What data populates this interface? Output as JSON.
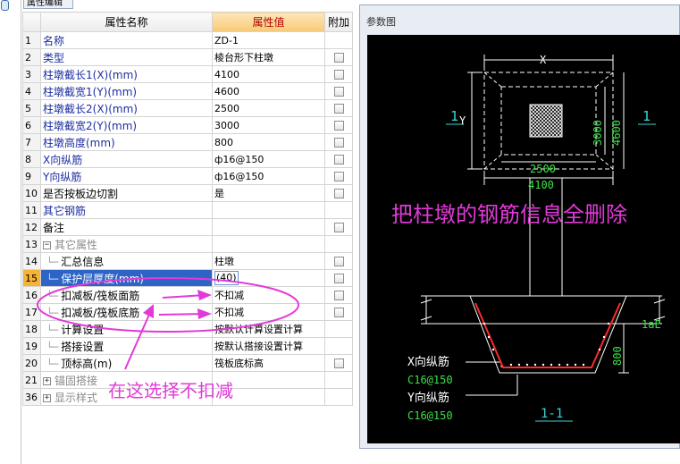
{
  "tab": {
    "label": "属性编辑"
  },
  "table": {
    "headers": {
      "name": "属性名称",
      "value": "属性值",
      "add": "附加"
    },
    "rows": [
      {
        "num": "1",
        "name": "名称",
        "value": "ZD-1",
        "checkbox": false,
        "style": "blue"
      },
      {
        "num": "2",
        "name": "类型",
        "value": "棱台形下柱墩",
        "checkbox": true,
        "style": "blue"
      },
      {
        "num": "3",
        "name": "柱墩截长1(X)(mm)",
        "value": "4100",
        "checkbox": true,
        "style": "blue"
      },
      {
        "num": "4",
        "name": "柱墩截宽1(Y)(mm)",
        "value": "4600",
        "checkbox": true,
        "style": "blue"
      },
      {
        "num": "5",
        "name": "柱墩截长2(X)(mm)",
        "value": "2500",
        "checkbox": true,
        "style": "blue"
      },
      {
        "num": "6",
        "name": "柱墩截宽2(Y)(mm)",
        "value": "3000",
        "checkbox": true,
        "style": "blue"
      },
      {
        "num": "7",
        "name": "柱墩高度(mm)",
        "value": "800",
        "checkbox": true,
        "style": "blue"
      },
      {
        "num": "8",
        "name": "X向纵筋",
        "value": "ф16@150",
        "checkbox": true,
        "style": "blue"
      },
      {
        "num": "9",
        "name": "Y向纵筋",
        "value": "ф16@150",
        "checkbox": true,
        "style": "blue"
      },
      {
        "num": "10",
        "name": "是否按板边切割",
        "value": "是",
        "checkbox": true,
        "style": "black"
      },
      {
        "num": "11",
        "name": "其它钢筋",
        "value": "",
        "checkbox": false,
        "style": "blue"
      },
      {
        "num": "12",
        "name": "备注",
        "value": "",
        "checkbox": true,
        "style": "black"
      },
      {
        "num": "13",
        "name": "其它属性",
        "value": "",
        "checkbox": false,
        "style": "gray",
        "expander": "−"
      },
      {
        "num": "14",
        "name": "汇总信息",
        "value": "柱墩",
        "checkbox": true,
        "style": "child"
      },
      {
        "num": "15",
        "name": "保护层厚度(mm)",
        "value": "(40)",
        "checkbox": true,
        "style": "child",
        "selected": true
      },
      {
        "num": "16",
        "name": "扣减板/筏板面筋",
        "value": "不扣减",
        "checkbox": true,
        "style": "child"
      },
      {
        "num": "17",
        "name": "扣减板/筏板底筋",
        "value": "不扣减",
        "checkbox": true,
        "style": "child"
      },
      {
        "num": "18",
        "name": "计算设置",
        "value": "按默认计算设置计算",
        "checkbox": false,
        "style": "child"
      },
      {
        "num": "19",
        "name": "搭接设置",
        "value": "按默认搭接设置计算",
        "checkbox": false,
        "style": "child"
      },
      {
        "num": "20",
        "name": "顶标高(m)",
        "value": "筏板底标高",
        "checkbox": true,
        "style": "child"
      },
      {
        "num": "21",
        "name": "锚固搭接",
        "value": "",
        "checkbox": false,
        "style": "gray",
        "expander": "+"
      },
      {
        "num": "36",
        "name": "显示样式",
        "value": "",
        "checkbox": false,
        "style": "gray",
        "expander": "+"
      }
    ]
  },
  "panel": {
    "title": "参数图"
  },
  "diagram": {
    "label_x": "X",
    "label_y": "Y",
    "section_left": "1",
    "section_right": "1",
    "dim_3000": "3000",
    "dim_4600": "4600",
    "dim_2500": "2500",
    "dim_4100": "4100",
    "dim_800": "800",
    "lae": "1aE",
    "x_rebar": "X向纵筋",
    "x_rebar_spec": "C16@150",
    "y_rebar": "Y向纵筋",
    "y_rebar_spec": "C16@150",
    "section_title": "1-1"
  },
  "annotations": {
    "top_note": "把柱墩的钢筋信息全删除",
    "bottom_note": "在这选择不扣减",
    "color": "#e23ad8"
  }
}
